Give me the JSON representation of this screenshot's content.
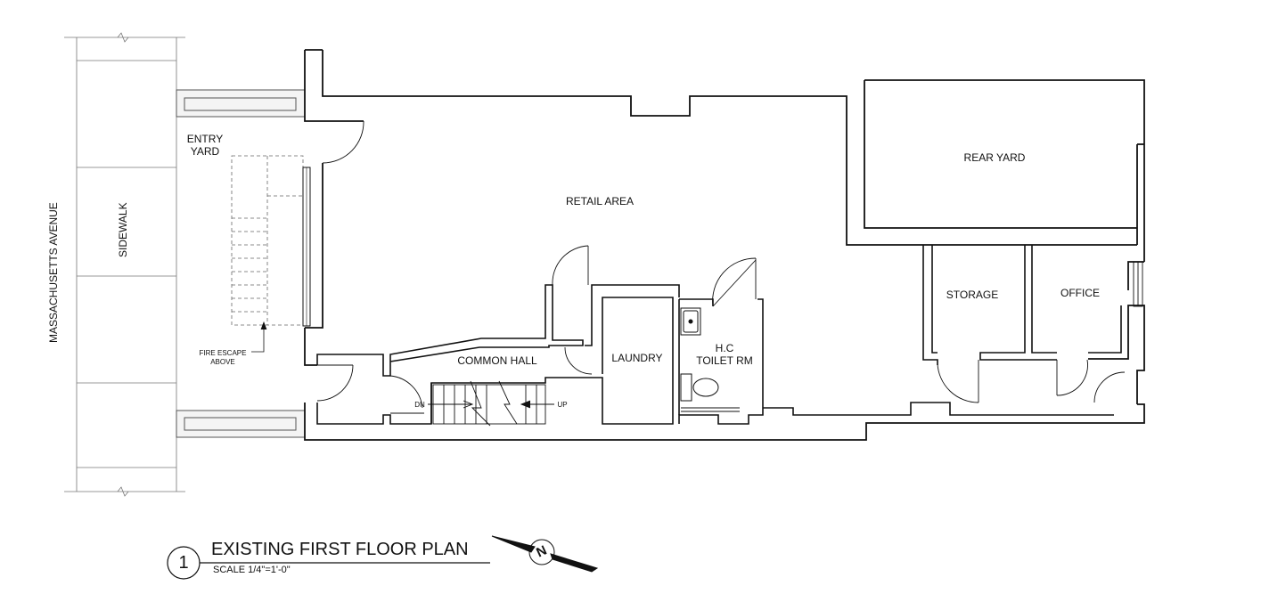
{
  "drawing": {
    "title": "EXISTING FIRST FLOOR PLAN",
    "scale": "SCALE 1/4\"=1'-0\"",
    "detail_number": "1",
    "north_label": "N"
  },
  "labels": {
    "street": "MASSACHUSETTS AVENUE",
    "sidewalk": "SIDEWALK",
    "entry_yard": "ENTRY\nYARD",
    "fire_escape": "FIRE  ESCAPE\nABOVE",
    "retail_area": "RETAIL AREA",
    "rear_yard": "REAR YARD",
    "common_hall": "COMMON HALL",
    "laundry": "LAUNDRY",
    "toilet": "H.C\nTOILET RM",
    "storage": "STORAGE",
    "office": "OFFICE",
    "stair_down": "DN",
    "stair_up": "UP"
  }
}
